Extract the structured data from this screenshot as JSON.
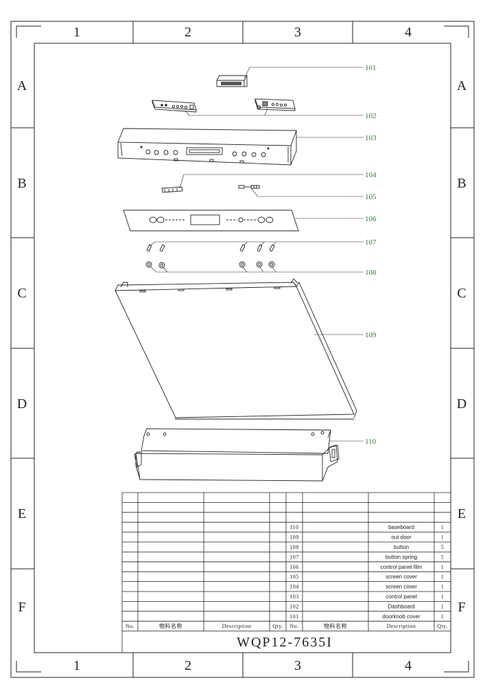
{
  "border": {
    "columns": [
      "1",
      "2",
      "3",
      "4"
    ],
    "rows": [
      "A",
      "B",
      "C",
      "D",
      "E",
      "F"
    ]
  },
  "callouts": [
    "101",
    "102",
    "103",
    "104",
    "105",
    "106",
    "107",
    "108",
    "109",
    "110"
  ],
  "colors": {
    "callout": "#2e7d32",
    "line": "#222222"
  },
  "bom": {
    "header": {
      "no": "No.",
      "name_cn": "物料名称",
      "description": "Description",
      "qty": "Qty."
    },
    "rows": [
      {
        "no": "110",
        "name_cn": "",
        "description": "baseboard",
        "qty": "1"
      },
      {
        "no": "109",
        "name_cn": "",
        "description": "out door",
        "qty": "1"
      },
      {
        "no": "108",
        "name_cn": "",
        "description": "button",
        "qty": "5"
      },
      {
        "no": "107",
        "name_cn": "",
        "description": "button spring",
        "qty": "5"
      },
      {
        "no": "106",
        "name_cn": "",
        "description": "control panel film",
        "qty": "1"
      },
      {
        "no": "105",
        "name_cn": "",
        "description": "screen cover",
        "qty": "1"
      },
      {
        "no": "104",
        "name_cn": "",
        "description": "screen cover",
        "qty": "1"
      },
      {
        "no": "103",
        "name_cn": "",
        "description": "control panel",
        "qty": "1"
      },
      {
        "no": "102",
        "name_cn": "",
        "description": "Dashboard",
        "qty": "1"
      },
      {
        "no": "101",
        "name_cn": "",
        "description": "doorknob cover",
        "qty": "1"
      }
    ],
    "model": "WQP12-7635I"
  }
}
